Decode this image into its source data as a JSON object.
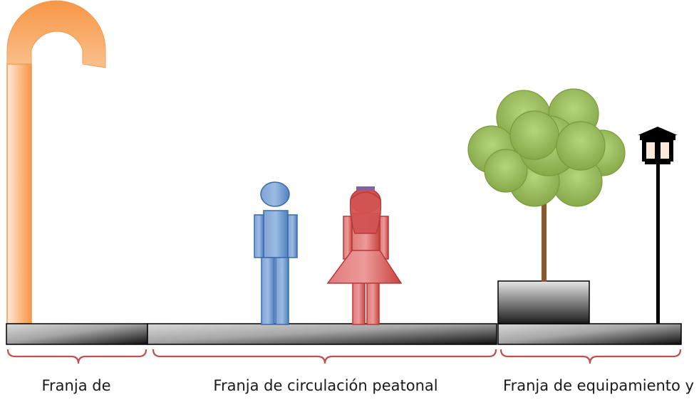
{
  "labels": {
    "left_zone": "Franja de",
    "middle_zone": "Franja de circulación peatonal",
    "right_zone": "Franja de equipamiento y"
  },
  "colors": {
    "accent_bracket": "#c0504d",
    "pedestrian_blue": "#4f81bd",
    "pedestrian_red": "#d35252",
    "tree_green": "#9bbb59",
    "trunk_brown": "#8b5a2b",
    "structure_orange": "#f79646",
    "lamp_black": "#000000"
  },
  "icons": {
    "structure": "arched-post-icon",
    "man": "man-figure-icon",
    "woman": "woman-figure-icon",
    "tree": "tree-icon",
    "planter": "planter-box-icon",
    "lamp": "street-lamp-icon"
  }
}
